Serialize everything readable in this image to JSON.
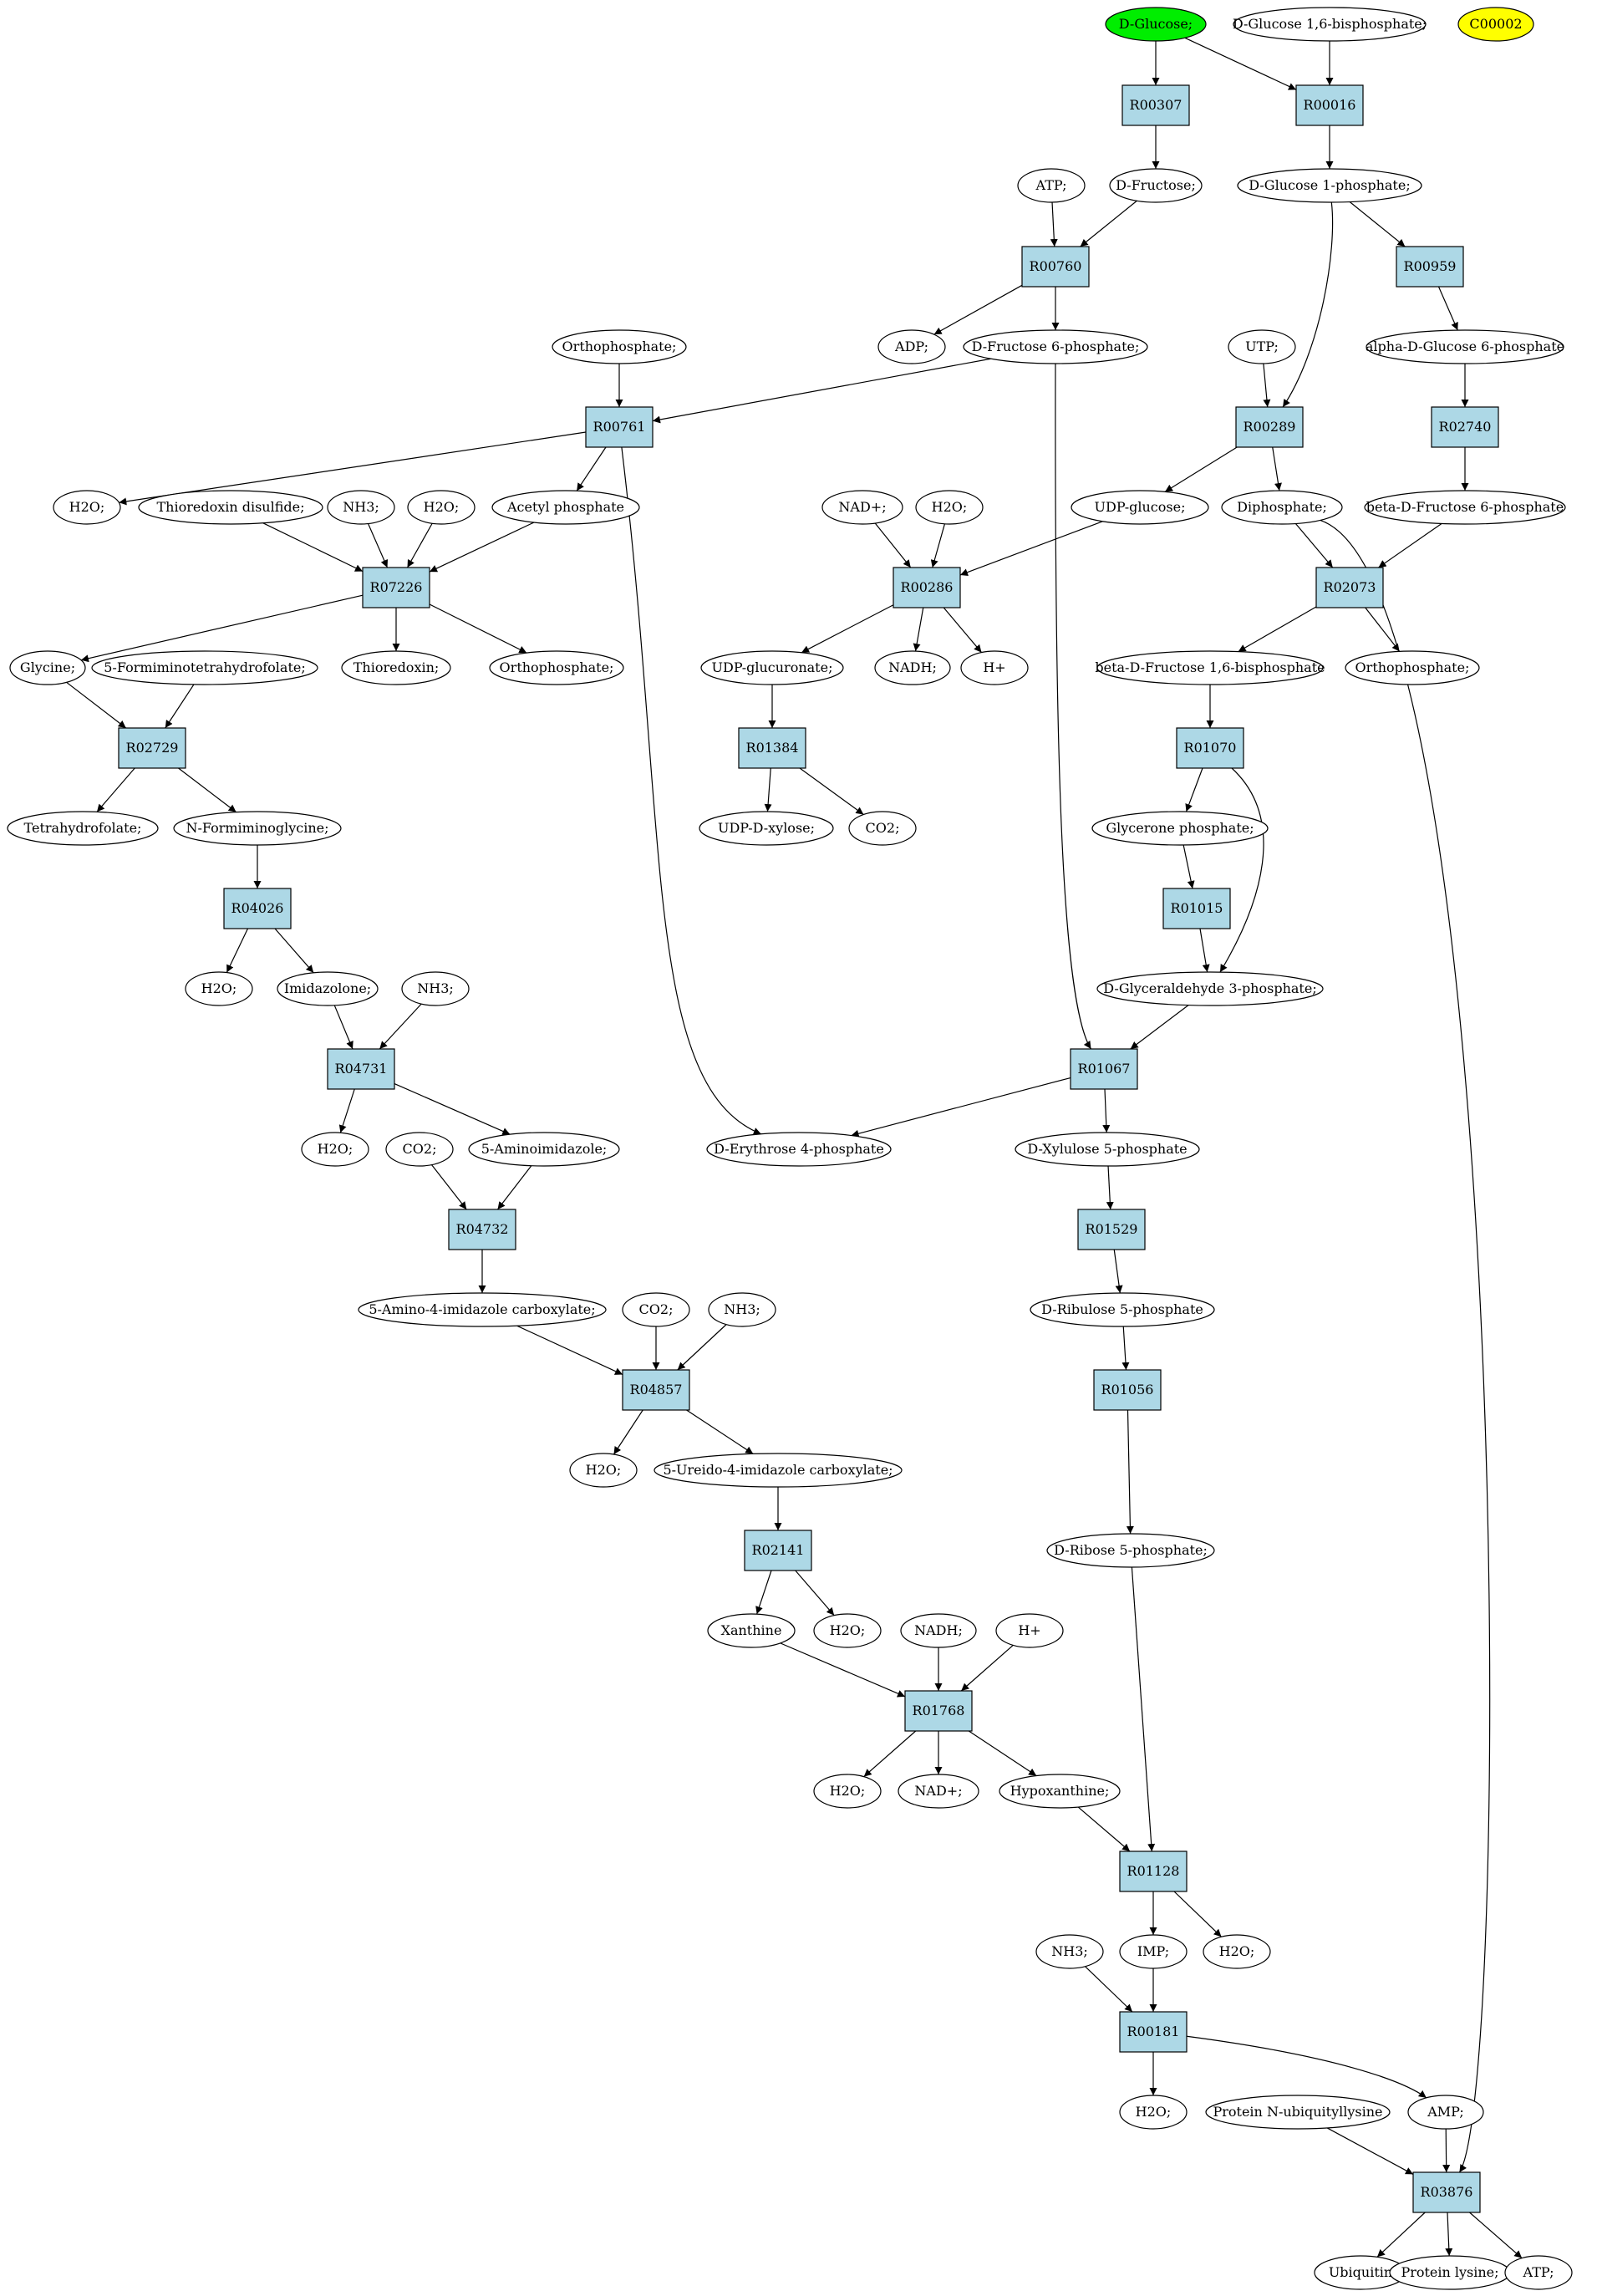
{
  "compounds": [
    {
      "id": "c_dglucose",
      "label": "D-Glucose;",
      "fill": "#00ee00"
    },
    {
      "id": "c_dg16bp",
      "label": "D-Glucose 1,6-bisphosphate;",
      "fill": "#ffffff"
    },
    {
      "id": "c_c00002",
      "label": "C00002",
      "fill": "#ffff00"
    },
    {
      "id": "c_atp1",
      "label": "ATP;",
      "fill": "#ffffff"
    },
    {
      "id": "c_dfructose",
      "label": "D-Fructose;",
      "fill": "#ffffff"
    },
    {
      "id": "c_dg1p",
      "label": "D-Glucose 1-phosphate;",
      "fill": "#ffffff"
    },
    {
      "id": "c_adp",
      "label": "ADP;",
      "fill": "#ffffff"
    },
    {
      "id": "c_f6p",
      "label": "D-Fructose 6-phosphate;",
      "fill": "#ffffff"
    },
    {
      "id": "c_ortho1",
      "label": "Orthophosphate;",
      "fill": "#ffffff"
    },
    {
      "id": "c_utp",
      "label": "UTP;",
      "fill": "#ffffff"
    },
    {
      "id": "c_adg6p",
      "label": "alpha-D-Glucose 6-phosphate",
      "fill": "#ffffff"
    },
    {
      "id": "c_h2o_a",
      "label": "H2O;",
      "fill": "#ffffff"
    },
    {
      "id": "c_thiodis",
      "label": "Thioredoxin disulfide;",
      "fill": "#ffffff"
    },
    {
      "id": "c_nh3_a",
      "label": "NH3;",
      "fill": "#ffffff"
    },
    {
      "id": "c_h2o_b",
      "label": "H2O;",
      "fill": "#ffffff"
    },
    {
      "id": "c_acetylp",
      "label": "Acetyl phosphate",
      "fill": "#ffffff"
    },
    {
      "id": "c_nadp",
      "label": "NAD+;",
      "fill": "#ffffff"
    },
    {
      "id": "c_h2o_c",
      "label": "H2O;",
      "fill": "#ffffff"
    },
    {
      "id": "c_udpglc",
      "label": "UDP-glucose;",
      "fill": "#ffffff"
    },
    {
      "id": "c_diphos",
      "label": "Diphosphate;",
      "fill": "#ffffff"
    },
    {
      "id": "c_bdf6p",
      "label": "beta-D-Fructose 6-phosphate",
      "fill": "#ffffff"
    },
    {
      "id": "c_glycine",
      "label": "Glycine;",
      "fill": "#ffffff"
    },
    {
      "id": "c_5fthf",
      "label": "5-Formiminotetrahydrofolate;",
      "fill": "#ffffff"
    },
    {
      "id": "c_thioredoxin",
      "label": "Thioredoxin;",
      "fill": "#ffffff"
    },
    {
      "id": "c_ortho2",
      "label": "Orthophosphate;",
      "fill": "#ffffff"
    },
    {
      "id": "c_udpglcu",
      "label": "UDP-glucuronate;",
      "fill": "#ffffff"
    },
    {
      "id": "c_nadh_a",
      "label": "NADH;",
      "fill": "#ffffff"
    },
    {
      "id": "c_hplus_a",
      "label": "H+",
      "fill": "#ffffff"
    },
    {
      "id": "c_bdf16bp",
      "label": "beta-D-Fructose 1,6-bisphosphate",
      "fill": "#ffffff"
    },
    {
      "id": "c_ortho3",
      "label": "Orthophosphate;",
      "fill": "#ffffff"
    },
    {
      "id": "c_thf",
      "label": "Tetrahydrofolate;",
      "fill": "#ffffff"
    },
    {
      "id": "c_nfgly",
      "label": "N-Formiminoglycine;",
      "fill": "#ffffff"
    },
    {
      "id": "c_udpxyl",
      "label": "UDP-D-xylose;",
      "fill": "#ffffff"
    },
    {
      "id": "c_co2_a",
      "label": "CO2;",
      "fill": "#ffffff"
    },
    {
      "id": "c_glycp",
      "label": "Glycerone phosphate;",
      "fill": "#ffffff"
    },
    {
      "id": "c_h2o_d",
      "label": "H2O;",
      "fill": "#ffffff"
    },
    {
      "id": "c_imidazolone",
      "label": "Imidazolone;",
      "fill": "#ffffff"
    },
    {
      "id": "c_nh3_b",
      "label": "NH3;",
      "fill": "#ffffff"
    },
    {
      "id": "c_g3p",
      "label": "D-Glyceraldehyde 3-phosphate;",
      "fill": "#ffffff"
    },
    {
      "id": "c_h2o_e",
      "label": "H2O;",
      "fill": "#ffffff"
    },
    {
      "id": "c_co2_b",
      "label": "CO2;",
      "fill": "#ffffff"
    },
    {
      "id": "c_5aim",
      "label": "5-Aminoimidazole;",
      "fill": "#ffffff"
    },
    {
      "id": "c_e4p",
      "label": "D-Erythrose 4-phosphate",
      "fill": "#ffffff"
    },
    {
      "id": "c_xu5p",
      "label": "D-Xylulose 5-phosphate",
      "fill": "#ffffff"
    },
    {
      "id": "c_5a4ic",
      "label": "5-Amino-4-imidazole carboxylate;",
      "fill": "#ffffff"
    },
    {
      "id": "c_co2_c",
      "label": "CO2;",
      "fill": "#ffffff"
    },
    {
      "id": "c_nh3_c",
      "label": "NH3;",
      "fill": "#ffffff"
    },
    {
      "id": "c_ru5p",
      "label": "D-Ribulose 5-phosphate",
      "fill": "#ffffff"
    },
    {
      "id": "c_h2o_f",
      "label": "H2O;",
      "fill": "#ffffff"
    },
    {
      "id": "c_5u4ic",
      "label": "5-Ureido-4-imidazole carboxylate;",
      "fill": "#ffffff"
    },
    {
      "id": "c_r5p",
      "label": "D-Ribose 5-phosphate;",
      "fill": "#ffffff"
    },
    {
      "id": "c_xanthine",
      "label": "Xanthine",
      "fill": "#ffffff"
    },
    {
      "id": "c_h2o_g",
      "label": "H2O;",
      "fill": "#ffffff"
    },
    {
      "id": "c_nadh_b",
      "label": "NADH;",
      "fill": "#ffffff"
    },
    {
      "id": "c_hplus_b",
      "label": "H+",
      "fill": "#ffffff"
    },
    {
      "id": "c_h2o_h",
      "label": "H2O;",
      "fill": "#ffffff"
    },
    {
      "id": "c_nadp_b",
      "label": "NAD+;",
      "fill": "#ffffff"
    },
    {
      "id": "c_hypox",
      "label": "Hypoxanthine;",
      "fill": "#ffffff"
    },
    {
      "id": "c_nh3_d",
      "label": "NH3;",
      "fill": "#ffffff"
    },
    {
      "id": "c_imp",
      "label": "IMP;",
      "fill": "#ffffff"
    },
    {
      "id": "c_h2o_i",
      "label": "H2O;",
      "fill": "#ffffff"
    },
    {
      "id": "c_h2o_j",
      "label": "H2O;",
      "fill": "#ffffff"
    },
    {
      "id": "c_pnul",
      "label": "Protein N-ubiquityllysine",
      "fill": "#ffffff"
    },
    {
      "id": "c_amp",
      "label": "AMP;",
      "fill": "#ffffff"
    },
    {
      "id": "c_ubiquitin",
      "label": "Ubiquitin",
      "fill": "#ffffff"
    },
    {
      "id": "c_plys",
      "label": "Protein lysine;",
      "fill": "#ffffff"
    },
    {
      "id": "c_atp2",
      "label": "ATP;",
      "fill": "#ffffff"
    }
  ],
  "reactions": [
    {
      "id": "r_R00307",
      "label": "R00307",
      "fill": "#add8e6"
    },
    {
      "id": "r_R00016",
      "label": "R00016",
      "fill": "#add8e6"
    },
    {
      "id": "r_R00760",
      "label": "R00760",
      "fill": "#add8e6"
    },
    {
      "id": "r_R00959",
      "label": "R00959",
      "fill": "#add8e6"
    },
    {
      "id": "r_R00761",
      "label": "R00761",
      "fill": "#add8e6"
    },
    {
      "id": "r_R00289",
      "label": "R00289",
      "fill": "#add8e6"
    },
    {
      "id": "r_R02740",
      "label": "R02740",
      "fill": "#add8e6"
    },
    {
      "id": "r_R07226",
      "label": "R07226",
      "fill": "#add8e6"
    },
    {
      "id": "r_R00286",
      "label": "R00286",
      "fill": "#add8e6"
    },
    {
      "id": "r_R02073",
      "label": "R02073",
      "fill": "#add8e6"
    },
    {
      "id": "r_R02729",
      "label": "R02729",
      "fill": "#add8e6"
    },
    {
      "id": "r_R01384",
      "label": "R01384",
      "fill": "#add8e6"
    },
    {
      "id": "r_R01070",
      "label": "R01070",
      "fill": "#add8e6"
    },
    {
      "id": "r_R04026",
      "label": "R04026",
      "fill": "#add8e6"
    },
    {
      "id": "r_R01015",
      "label": "R01015",
      "fill": "#add8e6"
    },
    {
      "id": "r_R04731",
      "label": "R04731",
      "fill": "#add8e6"
    },
    {
      "id": "r_R01067",
      "label": "R01067",
      "fill": "#add8e6"
    },
    {
      "id": "r_R04732",
      "label": "R04732",
      "fill": "#add8e6"
    },
    {
      "id": "r_R01529",
      "label": "R01529",
      "fill": "#add8e6"
    },
    {
      "id": "r_R04857",
      "label": "R04857",
      "fill": "#add8e6"
    },
    {
      "id": "r_R01056",
      "label": "R01056",
      "fill": "#add8e6"
    },
    {
      "id": "r_R02141",
      "label": "R02141",
      "fill": "#add8e6"
    },
    {
      "id": "r_R01768",
      "label": "R01768",
      "fill": "#add8e6"
    },
    {
      "id": "r_R01128",
      "label": "R01128",
      "fill": "#add8e6"
    },
    {
      "id": "r_R00181",
      "label": "R00181",
      "fill": "#add8e6"
    },
    {
      "id": "r_R03876",
      "label": "R03876",
      "fill": "#add8e6"
    }
  ],
  "edges": [
    [
      "c_dglucose",
      "r_R00307"
    ],
    [
      "c_dglucose",
      "r_R00016"
    ],
    [
      "c_dg16bp",
      "r_R00016"
    ],
    [
      "r_R00307",
      "c_dfructose"
    ],
    [
      "r_R00016",
      "c_dg1p"
    ],
    [
      "c_atp1",
      "r_R00760"
    ],
    [
      "c_dfructose",
      "r_R00760"
    ],
    [
      "r_R00760",
      "c_adp"
    ],
    [
      "r_R00760",
      "c_f6p"
    ],
    [
      "c_dg1p",
      "r_R00959"
    ],
    [
      "c_dg1p",
      "r_R00289"
    ],
    [
      "r_R00959",
      "c_adg6p"
    ],
    [
      "c_ortho1",
      "r_R00761"
    ],
    [
      "c_f6p",
      "r_R00761"
    ],
    [
      "c_utp",
      "r_R00289"
    ],
    [
      "c_adg6p",
      "r_R02740"
    ],
    [
      "r_R00761",
      "c_h2o_a"
    ],
    [
      "r_R00761",
      "c_acetylp"
    ],
    [
      "r_R00761",
      "c_e4p"
    ],
    [
      "c_thiodis",
      "r_R07226"
    ],
    [
      "c_nh3_a",
      "r_R07226"
    ],
    [
      "c_h2o_b",
      "r_R07226"
    ],
    [
      "c_acetylp",
      "r_R07226"
    ],
    [
      "r_R00289",
      "c_udpglc"
    ],
    [
      "r_R00289",
      "c_diphos"
    ],
    [
      "r_R02740",
      "c_bdf6p"
    ],
    [
      "c_nadp",
      "r_R00286"
    ],
    [
      "c_h2o_c",
      "r_R00286"
    ],
    [
      "c_udpglc",
      "r_R00286"
    ],
    [
      "c_diphos",
      "r_R02073"
    ],
    [
      "c_bdf6p",
      "r_R02073"
    ],
    [
      "c_diphos",
      "r_R03876"
    ],
    [
      "r_R07226",
      "c_glycine"
    ],
    [
      "r_R07226",
      "c_thioredoxin"
    ],
    [
      "r_R07226",
      "c_ortho2"
    ],
    [
      "r_R00286",
      "c_udpglcu"
    ],
    [
      "r_R00286",
      "c_nadh_a"
    ],
    [
      "r_R00286",
      "c_hplus_a"
    ],
    [
      "r_R02073",
      "c_bdf16bp"
    ],
    [
      "r_R02073",
      "c_ortho3"
    ],
    [
      "c_glycine",
      "r_R02729"
    ],
    [
      "c_5fthf",
      "r_R02729"
    ],
    [
      "c_udpglcu",
      "r_R01384"
    ],
    [
      "c_bdf16bp",
      "r_R01070"
    ],
    [
      "r_R02729",
      "c_thf"
    ],
    [
      "r_R02729",
      "c_nfgly"
    ],
    [
      "r_R01384",
      "c_udpxyl"
    ],
    [
      "r_R01384",
      "c_co2_a"
    ],
    [
      "r_R01070",
      "c_glycp"
    ],
    [
      "r_R01070",
      "c_g3p"
    ],
    [
      "c_nfgly",
      "r_R04026"
    ],
    [
      "c_glycp",
      "r_R01015"
    ],
    [
      "r_R04026",
      "c_h2o_d"
    ],
    [
      "r_R04026",
      "c_imidazolone"
    ],
    [
      "r_R01015",
      "c_g3p"
    ],
    [
      "c_imidazolone",
      "r_R04731"
    ],
    [
      "c_nh3_b",
      "r_R04731"
    ],
    [
      "c_g3p",
      "r_R01067"
    ],
    [
      "c_f6p",
      "r_R01067"
    ],
    [
      "r_R04731",
      "c_h2o_e"
    ],
    [
      "r_R04731",
      "c_5aim"
    ],
    [
      "r_R01067",
      "c_e4p"
    ],
    [
      "r_R01067",
      "c_xu5p"
    ],
    [
      "c_co2_b",
      "r_R04732"
    ],
    [
      "c_5aim",
      "r_R04732"
    ],
    [
      "c_xu5p",
      "r_R01529"
    ],
    [
      "r_R04732",
      "c_5a4ic"
    ],
    [
      "r_R01529",
      "c_ru5p"
    ],
    [
      "c_5a4ic",
      "r_R04857"
    ],
    [
      "c_co2_c",
      "r_R04857"
    ],
    [
      "c_nh3_c",
      "r_R04857"
    ],
    [
      "c_ru5p",
      "r_R01056"
    ],
    [
      "r_R04857",
      "c_h2o_f"
    ],
    [
      "r_R04857",
      "c_5u4ic"
    ],
    [
      "r_R01056",
      "c_r5p"
    ],
    [
      "c_5u4ic",
      "r_R02141"
    ],
    [
      "r_R02141",
      "c_xanthine"
    ],
    [
      "r_R02141",
      "c_h2o_g"
    ],
    [
      "c_xanthine",
      "r_R01768"
    ],
    [
      "c_nadh_b",
      "r_R01768"
    ],
    [
      "c_hplus_b",
      "r_R01768"
    ],
    [
      "r_R01768",
      "c_h2o_h"
    ],
    [
      "r_R01768",
      "c_nadp_b"
    ],
    [
      "r_R01768",
      "c_hypox"
    ],
    [
      "c_hypox",
      "r_R01128"
    ],
    [
      "c_r5p",
      "r_R01128"
    ],
    [
      "r_R01128",
      "c_imp"
    ],
    [
      "r_R01128",
      "c_h2o_i"
    ],
    [
      "c_nh3_d",
      "r_R00181"
    ],
    [
      "c_imp",
      "r_R00181"
    ],
    [
      "r_R00181",
      "c_h2o_j"
    ],
    [
      "r_R00181",
      "c_amp"
    ],
    [
      "c_pnul",
      "r_R03876"
    ],
    [
      "c_amp",
      "r_R03876"
    ],
    [
      "r_R03876",
      "c_ubiquitin"
    ],
    [
      "r_R03876",
      "c_plys"
    ],
    [
      "r_R03876",
      "c_atp2"
    ]
  ]
}
